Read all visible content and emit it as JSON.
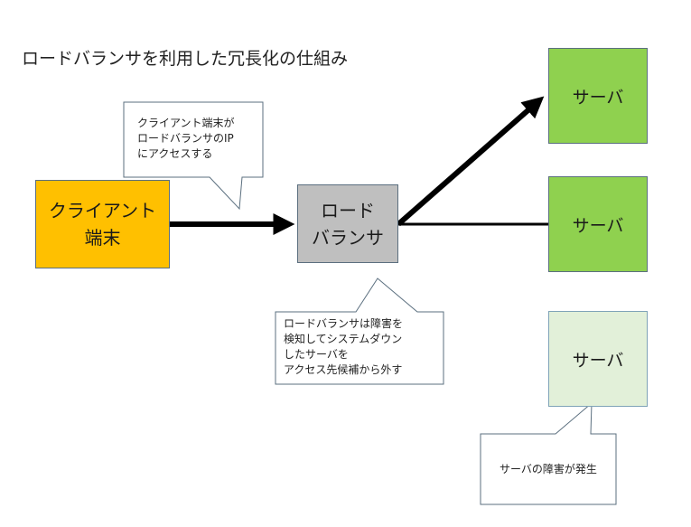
{
  "title": "ロードバランサを利用した冗長化の仕組み",
  "client": {
    "label": "クライアント\n端末",
    "color": "#ffc000"
  },
  "load_balancer": {
    "label": "ロード\nバランサ",
    "color": "#bfbfbf"
  },
  "servers": [
    {
      "label": "サーバ",
      "color": "#8fd14f"
    },
    {
      "label": "サーバ",
      "color": "#8fd14f"
    },
    {
      "label": "サーバ",
      "color": "#e2f0d9"
    }
  ],
  "callouts": {
    "client_access": "クライアント端末が\nロードバランサのIP\nにアクセスする",
    "lb_failover": "ロードバランサは障害を\n検知してシステムダウン\nしたサーバを\nアクセス先候補から外す",
    "server_failure": "サーバの障害が発生"
  }
}
